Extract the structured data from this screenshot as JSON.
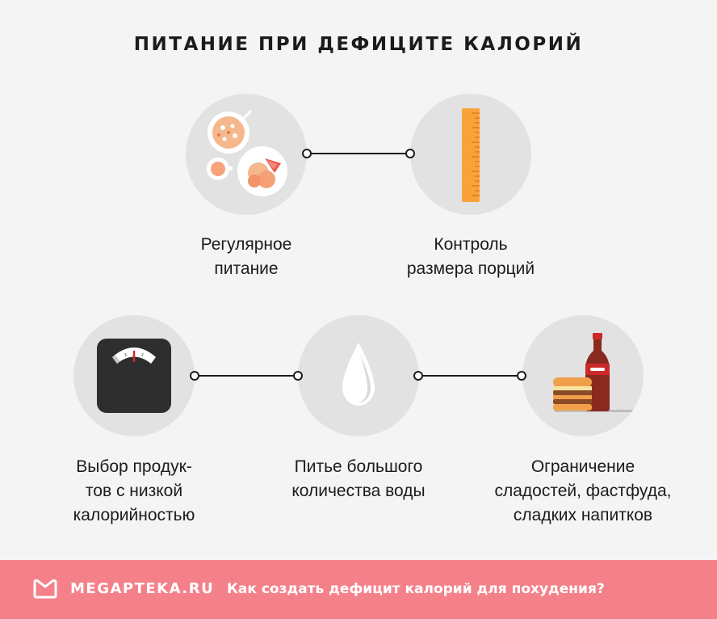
{
  "title": "ПИТАНИЕ ПРИ ДЕФИЦИТЕ КАЛОРИЙ",
  "items": [
    {
      "lines": [
        "Регулярное",
        "питание"
      ],
      "icon": "meal-plates-icon"
    },
    {
      "lines": [
        "Контроль",
        "размера порций"
      ],
      "icon": "ruler-icon"
    },
    {
      "lines": [
        "Выбор продук-",
        "тов с низкой",
        "калорийностью"
      ],
      "icon": "scale-icon"
    },
    {
      "lines": [
        "Питье большого",
        "количества воды"
      ],
      "icon": "water-drop-icon"
    },
    {
      "lines": [
        "Ограничение",
        "сладостей, фастфуда,",
        "сладких напитков"
      ],
      "icon": "fastfood-soda-icon"
    }
  ],
  "footer": {
    "brand": "MEGAPTEKA.RU",
    "tagline": "Как создать дефицит калорий для похудения?",
    "background": "#f4818a"
  },
  "colors": {
    "background": "#f4f4f4",
    "circle": "#e2e2e2",
    "text": "#1b1b1b",
    "accent_orange": "#f9a23a",
    "accent_red": "#cc2a2a"
  }
}
